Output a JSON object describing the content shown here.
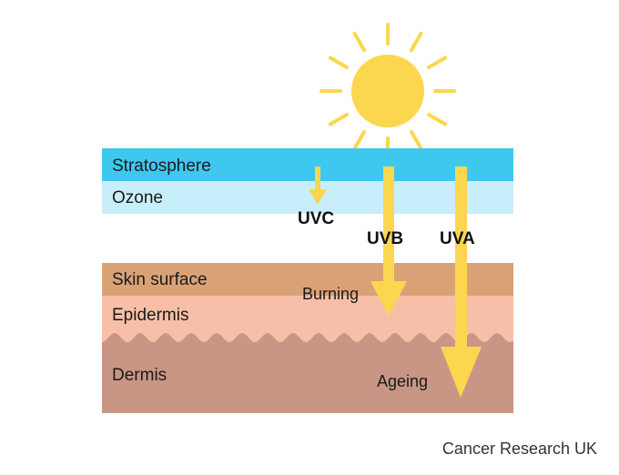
{
  "layers": {
    "stratosphere": "Stratosphere",
    "ozone": "Ozone",
    "skin_surface": "Skin surface",
    "epidermis": "Epidermis",
    "dermis": "Dermis"
  },
  "rays": {
    "uvc": "UVC",
    "uvb": "UVB",
    "uva": "UVA"
  },
  "effects": {
    "burning": "Burning",
    "ageing": "Ageing"
  },
  "credit": "Cancer Research UK",
  "colors": {
    "sun": "#FDD64F",
    "ray": "#FDD64F",
    "stratosphere": "#3FC8EF",
    "ozone": "#C9EEFB",
    "skin_surface": "#D9A276",
    "epidermis": "#F8BFA8",
    "dermis": "#C99685"
  }
}
